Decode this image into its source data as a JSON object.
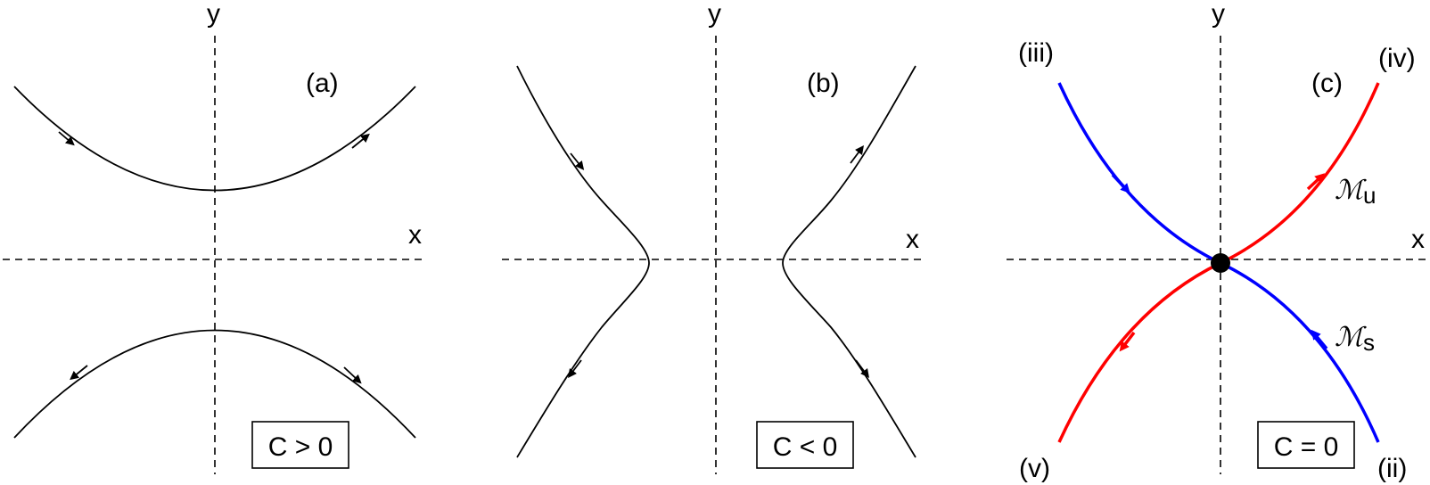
{
  "axes": {
    "x_label": "x",
    "y_label": "y"
  },
  "panels": [
    {
      "tag": "(a)",
      "condition": "C > 0"
    },
    {
      "tag": "(b)",
      "condition": "C < 0"
    },
    {
      "tag": "(c)",
      "condition": "C = 0"
    }
  ],
  "branches": {
    "iii": "(iii)",
    "iv": "(iv)",
    "v": "(v)",
    "ii": "(ii)"
  },
  "manifolds": {
    "unstable": {
      "symbol": "ℳ",
      "subscript": "u",
      "color": "#ff0000"
    },
    "stable": {
      "symbol": "ℳ",
      "subscript": "s",
      "color": "#0000ff"
    }
  },
  "colors": {
    "stable": "#0000ff",
    "unstable": "#ff0000",
    "fixed_point": "#000000"
  }
}
